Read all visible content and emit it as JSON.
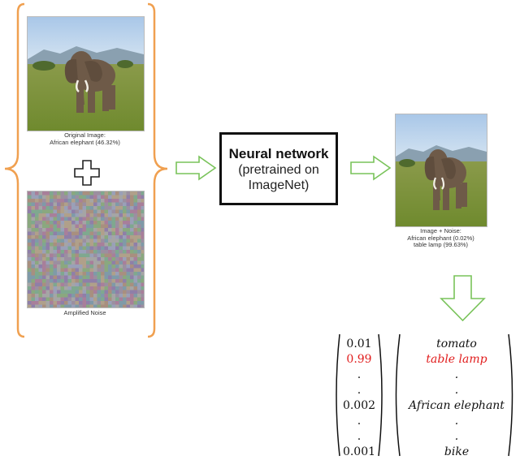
{
  "original": {
    "caption_line1": "Original Image:",
    "caption_line2": "African elephant (46.32%)"
  },
  "noise": {
    "caption": "Amplified Noise"
  },
  "network": {
    "title": "Neural network",
    "subtitle_line1": "(pretrained on",
    "subtitle_line2": "ImageNet)"
  },
  "result": {
    "caption_line1": "Image + Noise:",
    "caption_line2": "African elephant (0.02%)",
    "caption_line3": "table lamp (99.63%)"
  },
  "output": {
    "probabilities": [
      "0.01",
      "0.99",
      ".",
      ".",
      "0.002",
      ".",
      ".",
      "0.001"
    ],
    "labels": [
      "tomato",
      "table lamp",
      ".",
      ".",
      "African elephant",
      ".",
      ".",
      "bike"
    ],
    "highlight_index": 1
  },
  "colors": {
    "brace": "#f0a050",
    "arrow": "#79c35a",
    "highlight": "#e11d1d"
  }
}
